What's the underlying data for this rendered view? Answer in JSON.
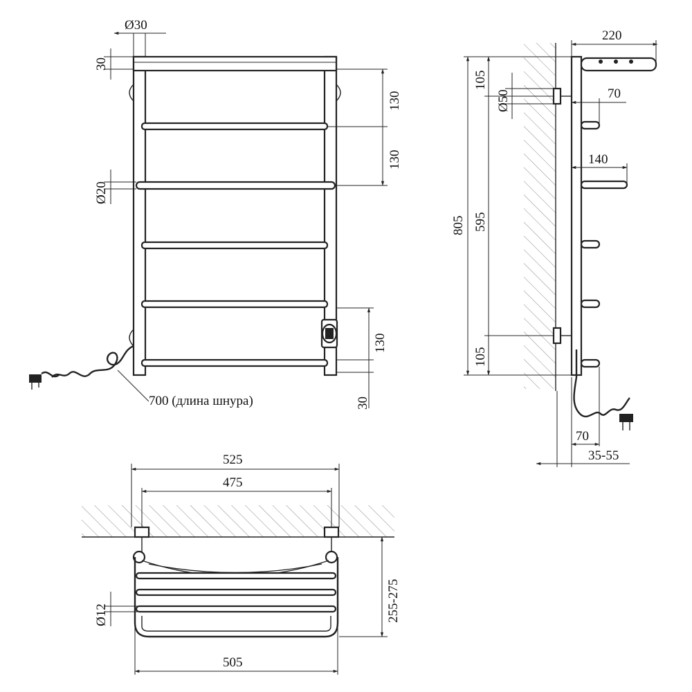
{
  "front_view": {
    "diam_30": "Ø30",
    "dim_30_top": "30",
    "dim_130_a": "130",
    "dim_130_b": "130",
    "diam_20": "Ø20",
    "dim_130_c": "130",
    "dim_30_bottom": "30",
    "cord_note": "700 (длина шнура)"
  },
  "side_view": {
    "dim_220": "220",
    "dim_105_top": "105",
    "diam_50": "Ø50",
    "dim_70_top": "70",
    "dim_140": "140",
    "dim_805": "805",
    "dim_595": "595",
    "dim_105_bottom": "105",
    "dim_70_bottom": "70",
    "dim_35_55": "35-55"
  },
  "top_view": {
    "dim_525": "525",
    "dim_475": "475",
    "dim_255_275": "255-275",
    "diam_12": "Ø12",
    "dim_505": "505"
  }
}
